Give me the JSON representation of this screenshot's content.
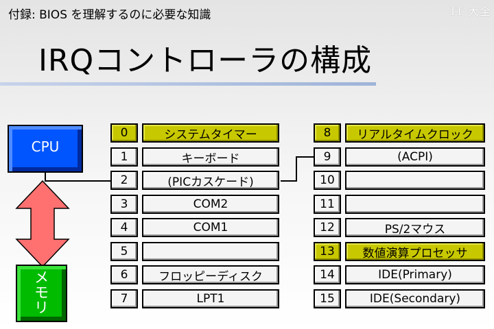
{
  "header": {
    "subtitle": "付録: BIOS を理解するのに必要な知識",
    "watermark": "IT 大全",
    "title": "IRQコントローラの構成"
  },
  "cpu": {
    "label": "CPU",
    "color": "#0055ff"
  },
  "memory": {
    "label": "メ\nモ\nリ",
    "color": "#00bb00"
  },
  "arrow_color": "#ff7070",
  "highlight_color": "#c8c800",
  "irq_left": [
    {
      "num": "0",
      "name": "システムタイマー",
      "highlight": true
    },
    {
      "num": "1",
      "name": "キーボード",
      "highlight": false
    },
    {
      "num": "2",
      "name": "(PICカスケード)",
      "highlight": false
    },
    {
      "num": "3",
      "name": "COM2",
      "highlight": false
    },
    {
      "num": "4",
      "name": "COM1",
      "highlight": false
    },
    {
      "num": "5",
      "name": "",
      "highlight": false
    },
    {
      "num": "6",
      "name": "フロッピーディスク",
      "highlight": false
    },
    {
      "num": "7",
      "name": "LPT1",
      "highlight": false
    }
  ],
  "irq_right": [
    {
      "num": "8",
      "name": "リアルタイムクロック",
      "highlight": true
    },
    {
      "num": "9",
      "name": "(ACPI)",
      "highlight": false
    },
    {
      "num": "10",
      "name": "",
      "highlight": false
    },
    {
      "num": "11",
      "name": "",
      "highlight": false
    },
    {
      "num": "12",
      "name": "PS/2マウス",
      "highlight": false
    },
    {
      "num": "13",
      "name": "数値演算プロセッサ",
      "highlight": true
    },
    {
      "num": "14",
      "name": "IDE(Primary)",
      "highlight": false
    },
    {
      "num": "15",
      "name": "IDE(Secondary)",
      "highlight": false
    }
  ]
}
